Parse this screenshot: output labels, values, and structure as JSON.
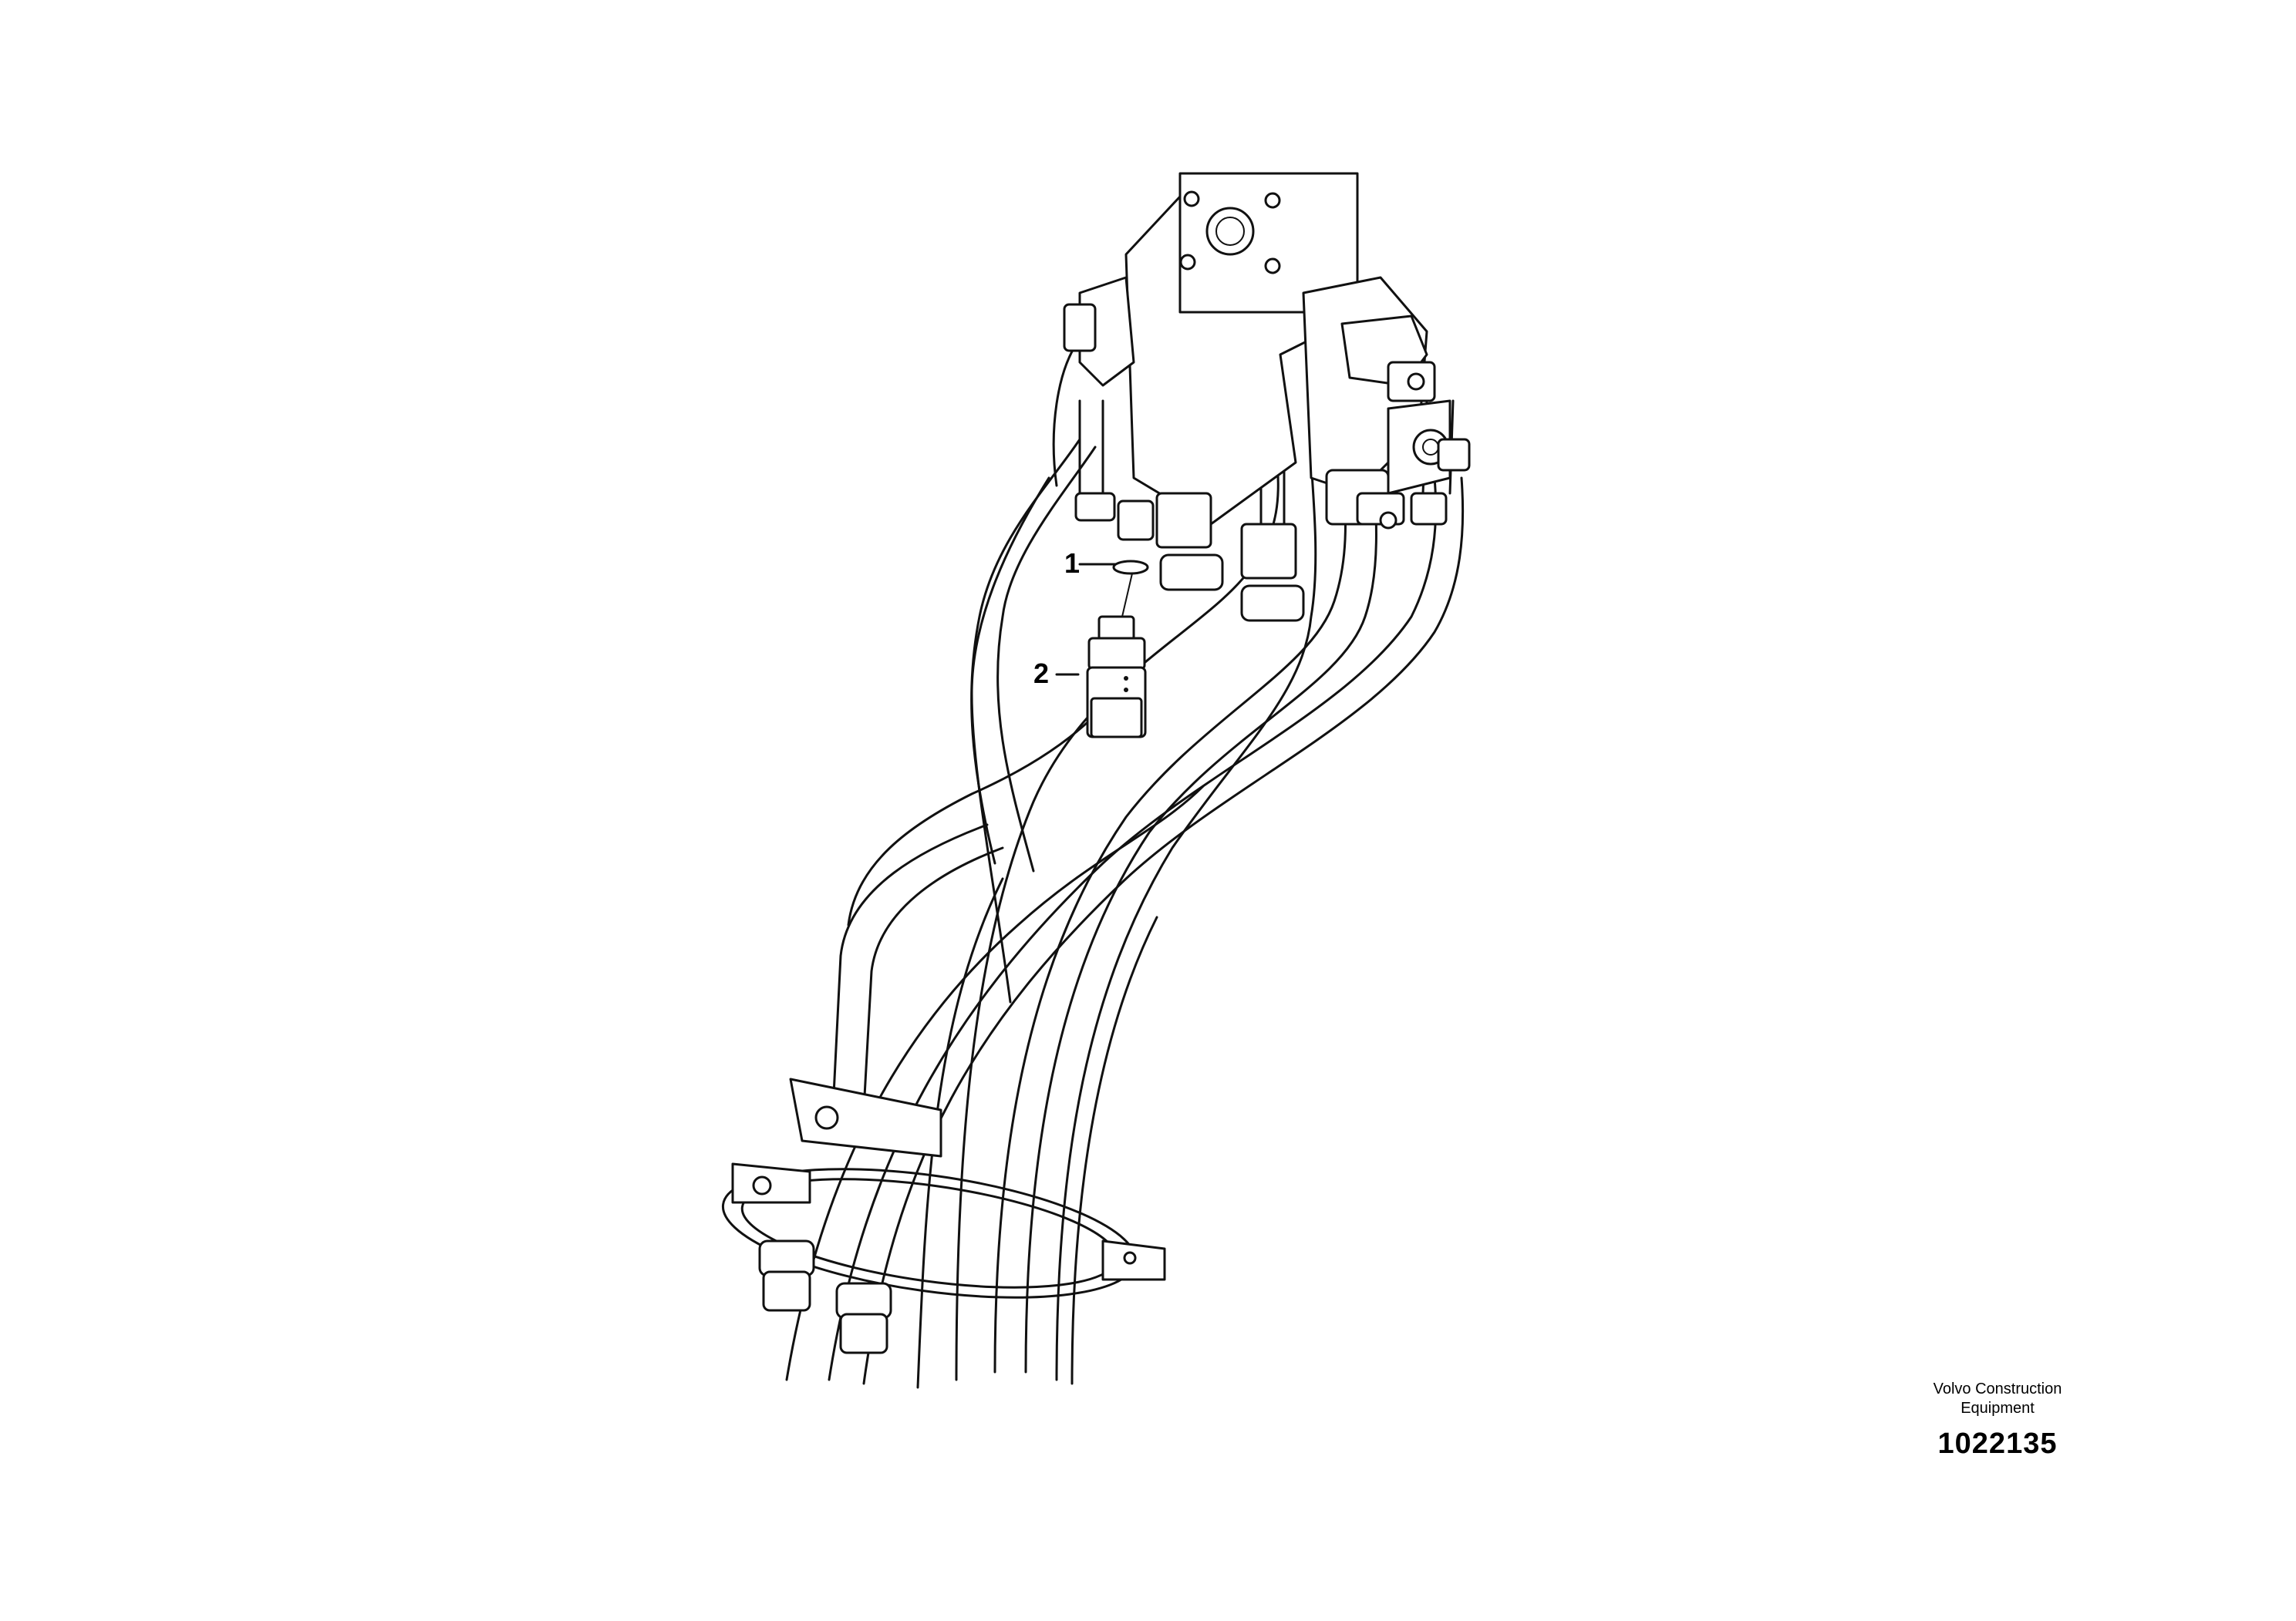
{
  "callouts": [
    {
      "label": "1",
      "part": "o-ring"
    },
    {
      "label": "2",
      "part": "pressure-sensor"
    }
  ],
  "caption": {
    "manufacturer_line1": "Volvo Construction",
    "manufacturer_line2": "Equipment",
    "illustration_number": "1022135"
  }
}
